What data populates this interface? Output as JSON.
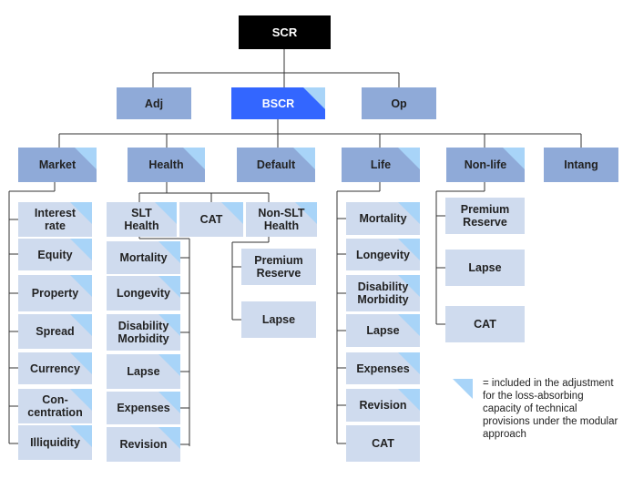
{
  "colors": {
    "root_bg": "#000000",
    "root_text": "#ffffff",
    "highlight_bg": "#3366ff",
    "level_bg": "#8faad8",
    "box_bg": "#cfdbee",
    "marker": "#a8d4f8",
    "line": "#333333"
  },
  "nodes": {
    "scr": "SCR",
    "adj": "Adj",
    "bscr": "BSCR",
    "op": "Op",
    "market": "Market",
    "health": "Health",
    "default": "Default",
    "life": "Life",
    "nonlife": "Non-life",
    "intang": "Intang",
    "m_interest": "Interest\nrate",
    "m_equity": "Equity",
    "m_property": "Property",
    "m_spread": "Spread",
    "m_currency": "Currency",
    "m_concentration": "Con-\ncentration",
    "m_illiquidity": "Illiquidity",
    "h_slt": "SLT\nHealth",
    "h_cat": "CAT",
    "h_nonslt": "Non-SLT\nHealth",
    "hs_mortality": "Mortality",
    "hs_longevity": "Longevity",
    "hs_disability": "Disability\nMorbidity",
    "hs_lapse": "Lapse",
    "hs_expenses": "Expenses",
    "hs_revision": "Revision",
    "hn_premium": "Premium\nReserve",
    "hn_lapse": "Lapse",
    "l_mortality": "Mortality",
    "l_longevity": "Longevity",
    "l_disability": "Disability\nMorbidity",
    "l_lapse": "Lapse",
    "l_expenses": "Expenses",
    "l_revision": "Revision",
    "l_cat": "CAT",
    "nl_premium": "Premium\nReserve",
    "nl_lapse": "Lapse",
    "nl_cat": "CAT"
  },
  "legend": {
    "text": "= included in the adjustment for the loss-absorbing capacity of technical provisions under the modular approach"
  }
}
